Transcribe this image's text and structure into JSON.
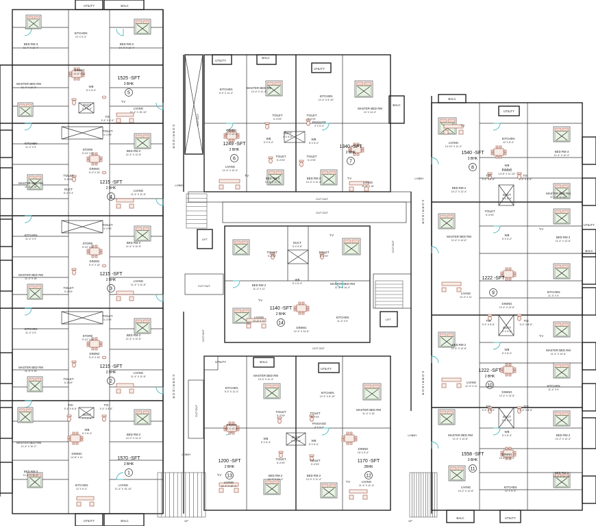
{
  "units": [
    {
      "no": "5",
      "area": "1525 -SFT",
      "type": "3 BHK"
    },
    {
      "no": "4",
      "area": "1215 -SFT",
      "type": "2 BHK"
    },
    {
      "no": "3",
      "area": "1215 -SFT",
      "type": "2 BHK"
    },
    {
      "no": "2",
      "area": "1215 -SFT",
      "type": "2 BHK"
    },
    {
      "no": "1",
      "area": "1570 -SFT",
      "type": "3 BHK"
    },
    {
      "no": "6",
      "area": "1249 -SFT",
      "type": "2 BHK"
    },
    {
      "no": "7",
      "area": "1340 -SFT",
      "type": "2 BHK"
    },
    {
      "no": "14",
      "area": "1140 -SFT",
      "type": "2 BHK"
    },
    {
      "no": "13",
      "area": "1200 -SFT",
      "type": "2 BHK"
    },
    {
      "no": "12",
      "area": "1170 -SFT",
      "type": "2BHK"
    },
    {
      "no": "8",
      "area": "1540 -SFT",
      "type": "3 BHK"
    },
    {
      "no": "9",
      "area": "1222 -SFT",
      "type": ""
    },
    {
      "no": "10",
      "area": "1222 -SFT",
      "type": "2 BHK"
    },
    {
      "no": "11",
      "area": "1558 -SFT",
      "type": "3 BHK"
    }
  ],
  "common": {
    "corridor": "CORRIDOR",
    "lobby": "LOBBY",
    "lift": "LIFT",
    "cut_out": "CUT OUT",
    "up": "UP"
  },
  "rooms": [
    {
      "k": "util",
      "name": "UTILITY",
      "dim": ""
    },
    {
      "k": "balc",
      "name": "BALC",
      "dim": ""
    },
    {
      "k": "kit1",
      "name": "KITCHEN",
      "dim": "12' X 9'-4\""
    },
    {
      "k": "bed3a",
      "name": "BED RM 3",
      "dim": "11'-4\" X 12'-4\""
    },
    {
      "k": "bed2a",
      "name": "BED RM 2",
      "dim": "14'-2\" X 12'-4\""
    },
    {
      "k": "dine5",
      "name": "DINING",
      "dim": "14'-8\" X 11'"
    },
    {
      "k": "master5",
      "name": "MASTER BED RM",
      "dim": "11'-4\" X 10'-2\""
    },
    {
      "k": "wb",
      "name": "WB",
      "dim": "5' X 5'-4\""
    },
    {
      "k": "duct",
      "name": "DUCT",
      "dim": "5' X 5'-6\""
    },
    {
      "k": "toi",
      "name": "TOI",
      "dim": "5'-4\" X 8'-6\""
    },
    {
      "k": "liv5",
      "name": "LIVING",
      "dim": "11'-4\" X 15'-10\""
    },
    {
      "k": "tv",
      "name": "T.V",
      "dim": ""
    },
    {
      "k": "kit2",
      "name": "KITCHEN",
      "dim": "11'-4\" X 9'"
    },
    {
      "k": "store",
      "name": "STORE",
      "dim": "9'-10\" X 8'"
    },
    {
      "k": "toilet",
      "name": "TOILET",
      "dim": "5'-4\"X9'"
    },
    {
      "k": "bed2b",
      "name": "BED RM 2",
      "dim": "11'-4\" X 12'-6\""
    },
    {
      "k": "dine4",
      "name": "DINING",
      "dim": "9'-4\" X 15'"
    },
    {
      "k": "master4",
      "name": "MASTER BED RM",
      "dim": "11'-4\" X 15'"
    },
    {
      "k": "liv4",
      "name": "LIVING",
      "dim": "11'-4\" X 11'-6\""
    },
    {
      "k": "duct2",
      "name": "DUCT",
      "dim": "5'-4\" X 4'"
    },
    {
      "k": "kit6",
      "name": "KITCHEN",
      "dim": "9'-4\" X 11'-4\""
    },
    {
      "k": "master6",
      "name": "MASTER BED RM",
      "dim": "14'-4\" X 11'-4\""
    },
    {
      "k": "dine6",
      "name": "DINING",
      "dim": "10' X 12'-4\""
    },
    {
      "k": "liv6",
      "name": "LIVING",
      "dim": "11'-4\" X 13'-4\""
    },
    {
      "k": "passage",
      "name": "PASSAGE",
      "dim": "4' X 5'-4\""
    },
    {
      "k": "kit7",
      "name": "KITCHEN",
      "dim": "12'-4\" X 8'-10\""
    },
    {
      "k": "master7",
      "name": "MASTER BED RM",
      "dim": "12' X 14'-4\""
    },
    {
      "k": "bed2c",
      "name": "BED RM 2",
      "dim": "12'-4\" X 11'-4\""
    },
    {
      "k": "liv7",
      "name": "LIVING",
      "dim": "11'-4\" X 16'"
    },
    {
      "k": "bed14",
      "name": "BED RM 2",
      "dim": "11'-4\" X 11'"
    },
    {
      "k": "master14",
      "name": "MASTER BED RM",
      "dim": "11'-4\" X 14'-4\""
    },
    {
      "k": "liv14",
      "name": "LIVING",
      "dim": "12'-4\" X 11'"
    },
    {
      "k": "dine14",
      "name": "DINING",
      "dim": "12'-4\" X 14'-6\""
    },
    {
      "k": "kit14",
      "name": "KITCHEN",
      "dim": "11'-4\" X 9'"
    },
    {
      "k": "kit13",
      "name": "KITCHEN",
      "dim": "9'-4\" X 11'-4\""
    },
    {
      "k": "master13",
      "name": "MASTER BED RM",
      "dim": "14'-4\" X 11'-4\""
    },
    {
      "k": "dine13",
      "name": "DINING",
      "dim": "10' X 12'-4\""
    },
    {
      "k": "liv13",
      "name": "LIVING",
      "dim": "11'-4\" X 15'-4\""
    },
    {
      "k": "kit12",
      "name": "KITCHEN",
      "dim": "12'-4\" X 8'-10\""
    },
    {
      "k": "master12",
      "name": "MASTER BED RM",
      "dim": "11'-4\" X 15'"
    },
    {
      "k": "dine12",
      "name": "DINING",
      "dim": "15' X 9'-4\""
    },
    {
      "k": "liv12",
      "name": "LIVING",
      "dim": "11'-4\" X 11'-4\""
    },
    {
      "k": "kit8",
      "name": "KITCHEN",
      "dim": "12' X 8'-4\""
    },
    {
      "k": "bed3b",
      "name": "BED RM 3",
      "dim": "11'-4\" X 12'-4\""
    },
    {
      "k": "liv8",
      "name": "LIVING",
      "dim": "14'-10\" X 11'-4\""
    },
    {
      "k": "dine8",
      "name": "DINING",
      "dim": "14'-8\" X 11'-10\""
    },
    {
      "k": "master8",
      "name": "MASTER BED RM",
      "dim": "11'-4\" X 11'-10\""
    },
    {
      "k": "kit9",
      "name": "KITCHEN",
      "dim": "11'-4\" X 9'"
    },
    {
      "k": "liv9",
      "name": "LIVING",
      "dim": "12'-4\" X 11'"
    },
    {
      "k": "dine9",
      "name": "DINING",
      "dim": "12'-4\" X 14'-6\""
    },
    {
      "k": "master9",
      "name": "MASTER BED RM",
      "dim": "11'-4\" X 14'-6\""
    },
    {
      "k": "liv11",
      "name": "LIVING",
      "dim": "14'-2\" X 12'-8\""
    },
    {
      "k": "kit11",
      "name": "KITCHEN",
      "dim": "12' X 9'-4\""
    },
    {
      "k": "bed3c",
      "name": "BED RM 3",
      "dim": "11'-4\" X 12'-10\""
    },
    {
      "k": "dine11",
      "name": "DINING",
      "dim": "14'-8\" X 10'-4\""
    },
    {
      "k": "master11",
      "name": "MASTER BED RM",
      "dim": "11'-4\" X 14'-8\""
    }
  ]
}
